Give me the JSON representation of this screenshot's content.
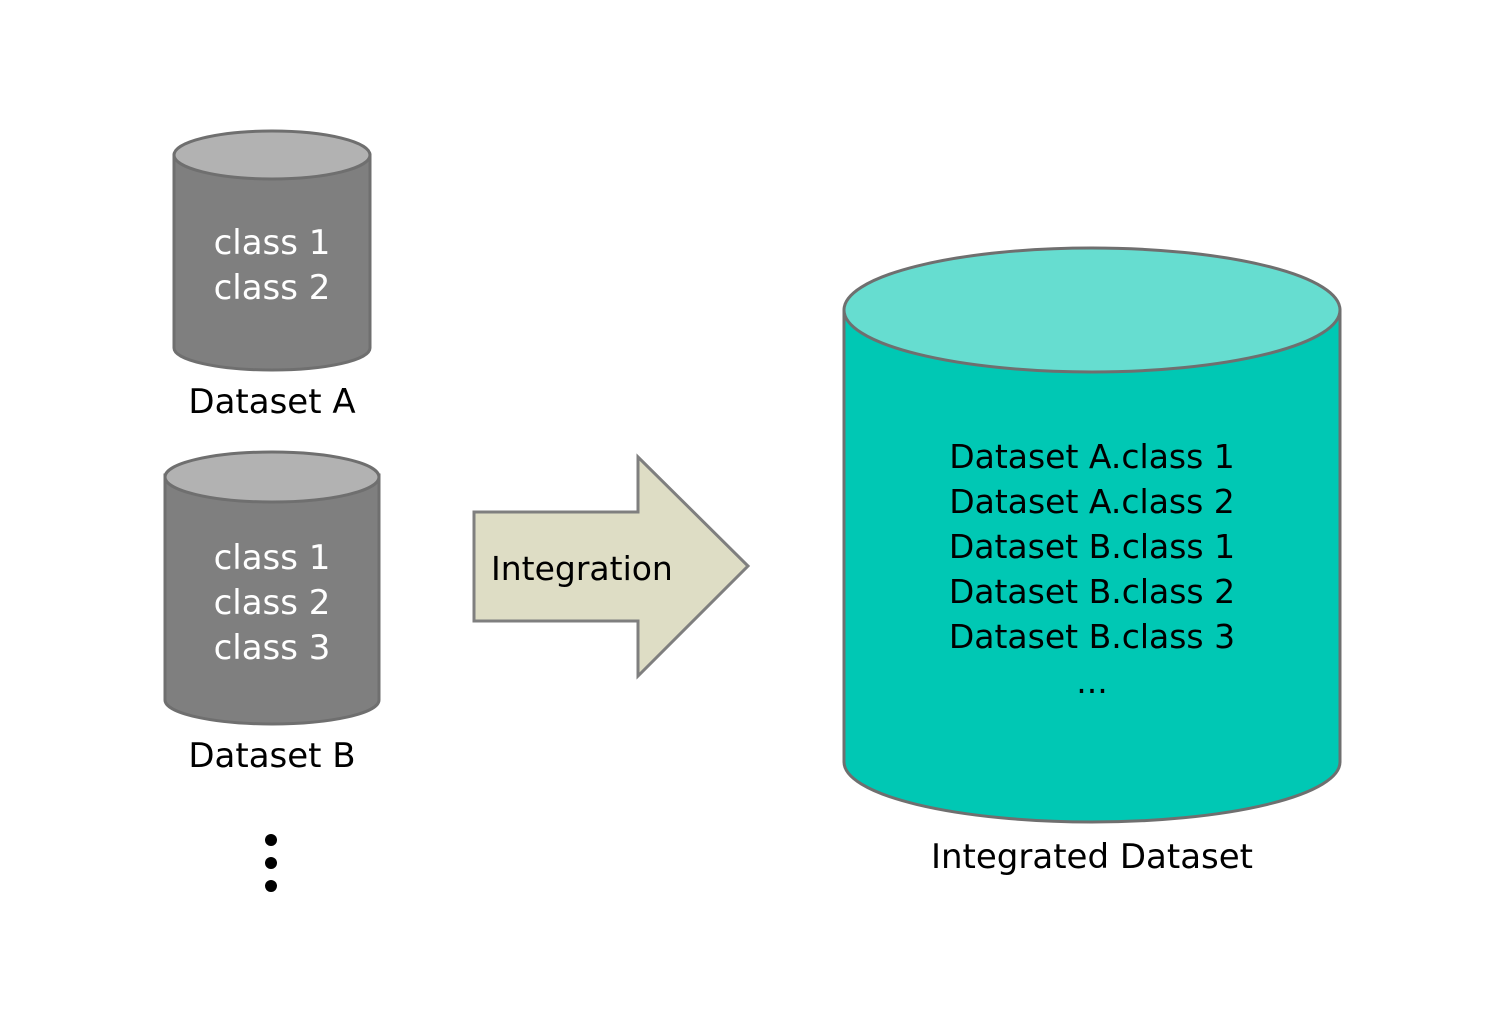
{
  "dataset_a": {
    "classes": [
      "class 1",
      "class 2"
    ],
    "label": "Dataset A"
  },
  "dataset_b": {
    "classes": [
      "class 1",
      "class 2",
      "class 3"
    ],
    "label": "Dataset B"
  },
  "arrow": {
    "label": "Integration"
  },
  "integrated": {
    "entries": [
      "Dataset A.class 1",
      "Dataset A.class 2",
      "Dataset B.class 1",
      "Dataset B.class 2",
      "Dataset B.class 3",
      "..."
    ],
    "label": "Integrated Dataset"
  },
  "colors": {
    "small_cylinder_body": "#7f7f7f",
    "small_cylinder_top": "#b2b2b2",
    "large_cylinder_body": "#00c8b4",
    "large_cylinder_top": "#66ddd0",
    "cylinder_stroke": "#6f6f6f",
    "arrow_fill": "#deddc5",
    "arrow_stroke": "#7f7f7f"
  }
}
